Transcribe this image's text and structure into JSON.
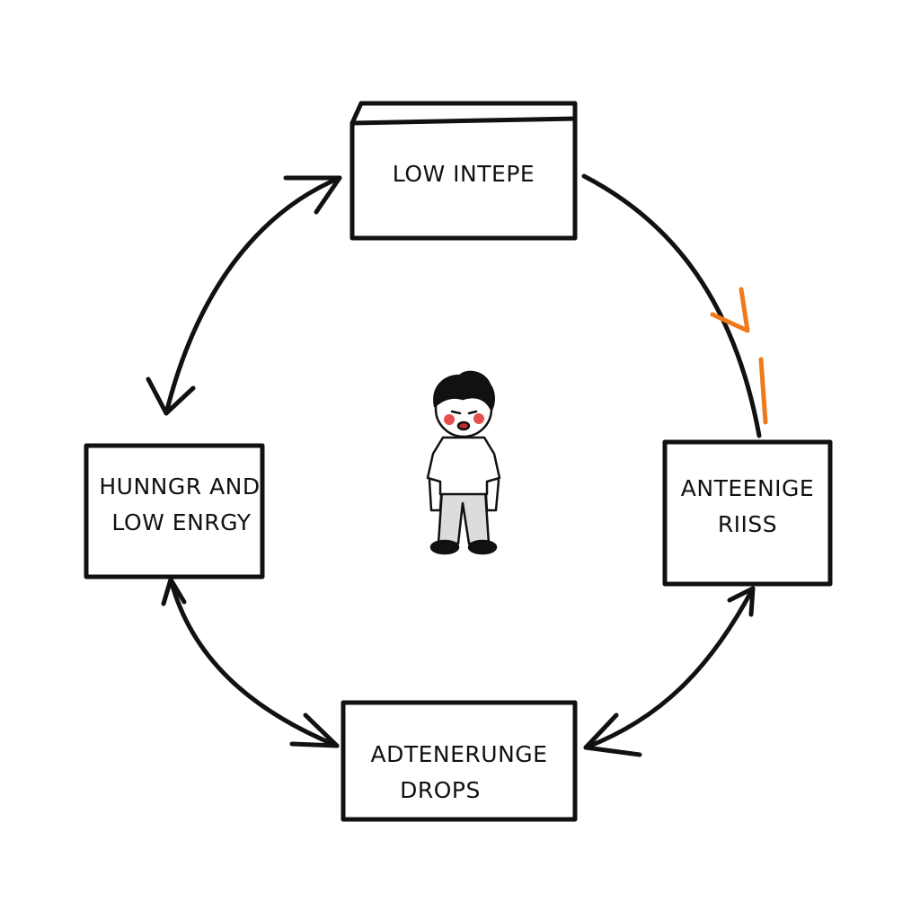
{
  "diagram": {
    "type": "cycle",
    "nodes": [
      {
        "id": "top",
        "lines": [
          "LOW INTEPE"
        ]
      },
      {
        "id": "right",
        "lines": [
          "ANTEENIGE",
          "RIISS"
        ]
      },
      {
        "id": "bottom",
        "lines": [
          "ADTENERUNGE",
          "DROPS"
        ]
      },
      {
        "id": "left",
        "lines": [
          "HUNNGR AND",
          "LOW ENRGY"
        ]
      }
    ],
    "center_figure": "sad-person-icon",
    "colors": {
      "ink": "#111111",
      "accent": "#f07a1a",
      "cheek": "#e03030",
      "shirt": "#ffffff",
      "pants": "#dcdcdc"
    }
  }
}
